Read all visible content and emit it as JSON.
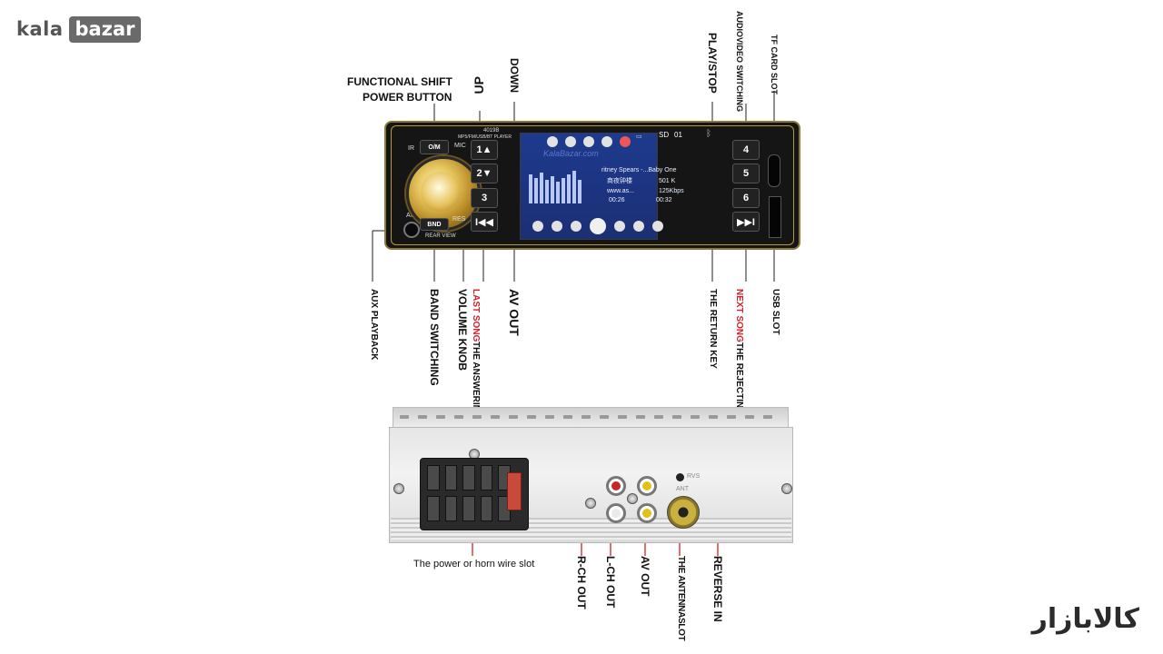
{
  "brand": {
    "logo_left": "kala",
    "logo_right": "bazar",
    "logo_fa": "کالابازار"
  },
  "front_labels": {
    "functional_shift_line1": "FUNCTIONAL SHIFT",
    "functional_shift_line2": "POWER BUTTON",
    "up": "UP",
    "down": "DOWN",
    "play_stop": "PLAY/STOP",
    "audio_video_line1": "AUDIO",
    "audio_video_line2": "VIDEO SWITCHING",
    "tf_card_slot": "TF CARD SLOT",
    "aux_playback": "AUX PLAYBACK",
    "band_switching": "BAND SWITCHING",
    "volume_knob": "VOLUME KNOB",
    "last_song": "LAST SONG",
    "answering_key": "THE ANSWERING KEY",
    "av_out": "AV OUT",
    "return_key": "THE RETURN KEY",
    "next_song": "NEXT SONG",
    "rejecting_key": "THE REJECTING KEY",
    "usb_slot": "USB SLOT"
  },
  "unit": {
    "model": "4019B",
    "subtitle": "MP5/FM/USB/BT PLAYER",
    "mic": "MIC",
    "ir": "IR",
    "aux": "AUX",
    "res": "RES",
    "rear_view": "REAR VIEW",
    "watermark": "KalaBazar.com",
    "sd_status": "SD",
    "track_num": "01",
    "btn_om": "O/M",
    "btn_bnd": "BND",
    "btn_1": "1▲",
    "btn_2": "2▼",
    "btn_3": "3",
    "btn_prev": "I◀◀",
    "btn_4": "4",
    "btn_5": "5",
    "btn_6": "6",
    "btn_next": "▶▶I",
    "screen": {
      "artist": "ritney Spears -...Baby One",
      "album": "商夜钟楼",
      "url": "www.as...",
      "size": "501 K",
      "bitrate": "125Kbps",
      "elapsed": "00:26",
      "total": "00:32"
    }
  },
  "rear_labels": {
    "power_slot": "The power or horn wire slot",
    "r_ch_out": "R-CH OUT",
    "l_ch_out": "L-CH OUT",
    "av_out": "AV OUT",
    "antenna_slot": "THE ANTENNASLOT",
    "reverse_in": "REVERSE IN",
    "rvs": "RVS",
    "ant": "ANT"
  },
  "colors": {
    "highlight": "#d4202a",
    "gold": "#c9a23a",
    "screen_blue": "#1e3a8e"
  }
}
